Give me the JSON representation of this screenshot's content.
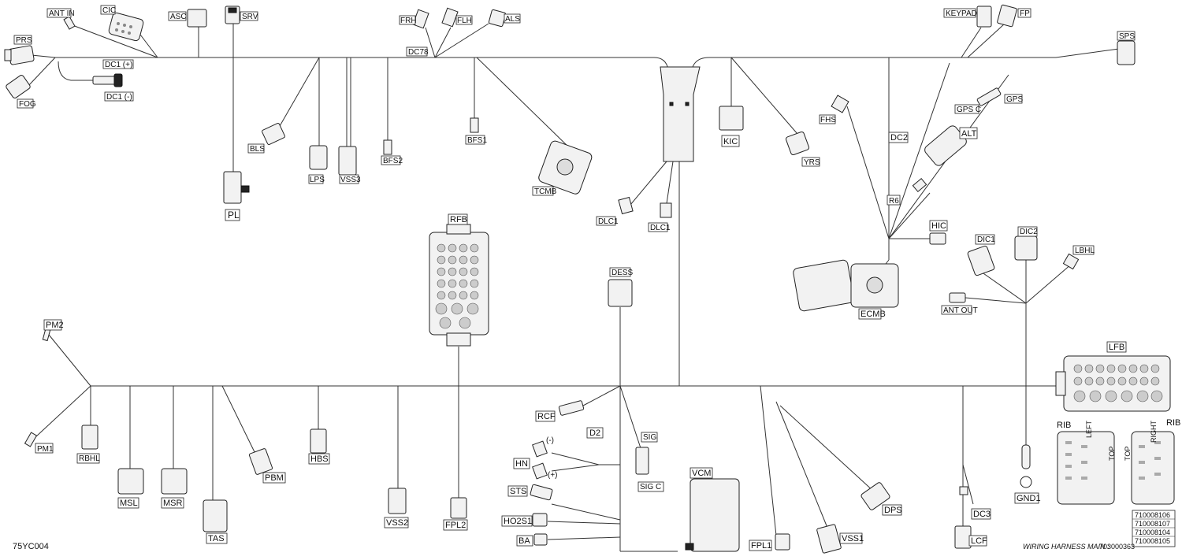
{
  "diagram_code": "75YC004",
  "harness": {
    "label": "WIRING HARNESS  MAIN :",
    "part_number": "703000363"
  },
  "part_numbers": [
    "710008106",
    "710008107",
    "710008104",
    "710008105"
  ],
  "fuse_box_labels": {
    "rib_left": "RIB",
    "rib_right": "RIB",
    "left": "LEFT",
    "right": "RIGHT",
    "top_left": "TOP",
    "top_right": "TOP"
  },
  "connectors": {
    "ant_in": "ANT IN",
    "cic": "CIC",
    "asc": "ASC",
    "srv": "SRV",
    "frh": "FRH",
    "flh": "FLH",
    "als": "ALS",
    "dc78": "DC78",
    "keypad": "KEYPAD",
    "fp": "FP",
    "sps": "SPS",
    "prs": "PRS",
    "dc1_plus": "DC1 (+)",
    "dc1_minus": "DC1 (-)",
    "fog": "FOG",
    "bls": "BLS",
    "lps": "LPS",
    "vss3": "VSS3",
    "bfs2": "BFS2",
    "bfs1": "BFS1",
    "tcmb": "TCMB",
    "pl": "PL",
    "kic": "KIC",
    "yrs": "YRS",
    "fhs": "FHS",
    "gps_c": "GPS C",
    "gps": "GPS",
    "dc2": "DC2",
    "alt": "ALT",
    "r6": "R6",
    "hic": "HIC",
    "dlc1_a": "DLC1",
    "dlc1_b": "DLC1",
    "rfb": "RFB",
    "dess": "DESS",
    "dic1": "DIC1",
    "dic2": "DIC2",
    "lbhl": "LBHL",
    "ant_out": "ANT OUT",
    "ecmb": "ECMB",
    "pm2": "PM2",
    "lfb": "LFB",
    "pm1": "PM1",
    "rbhl": "RBHL",
    "msl": "MSL",
    "msr": "MSR",
    "tas": "TAS",
    "pbm": "PBM",
    "hbs": "HBS",
    "vss2": "VSS2",
    "fpl2": "FPL2",
    "rcf": "RCF",
    "d2": "D2",
    "hn": "HN",
    "hn_minus": "(-)",
    "hn_plus": "(+)",
    "sig": "SIG",
    "sig_c": "SIG  C",
    "sts": "STS",
    "ho2s1": "HO2S1",
    "ba": "BA",
    "vcm": "VCM",
    "fpl1": "FPL1",
    "vss1": "VSS1",
    "dps": "DPS",
    "dc3": "DC3",
    "lcf": "LCF",
    "gnd1": "GND1"
  }
}
